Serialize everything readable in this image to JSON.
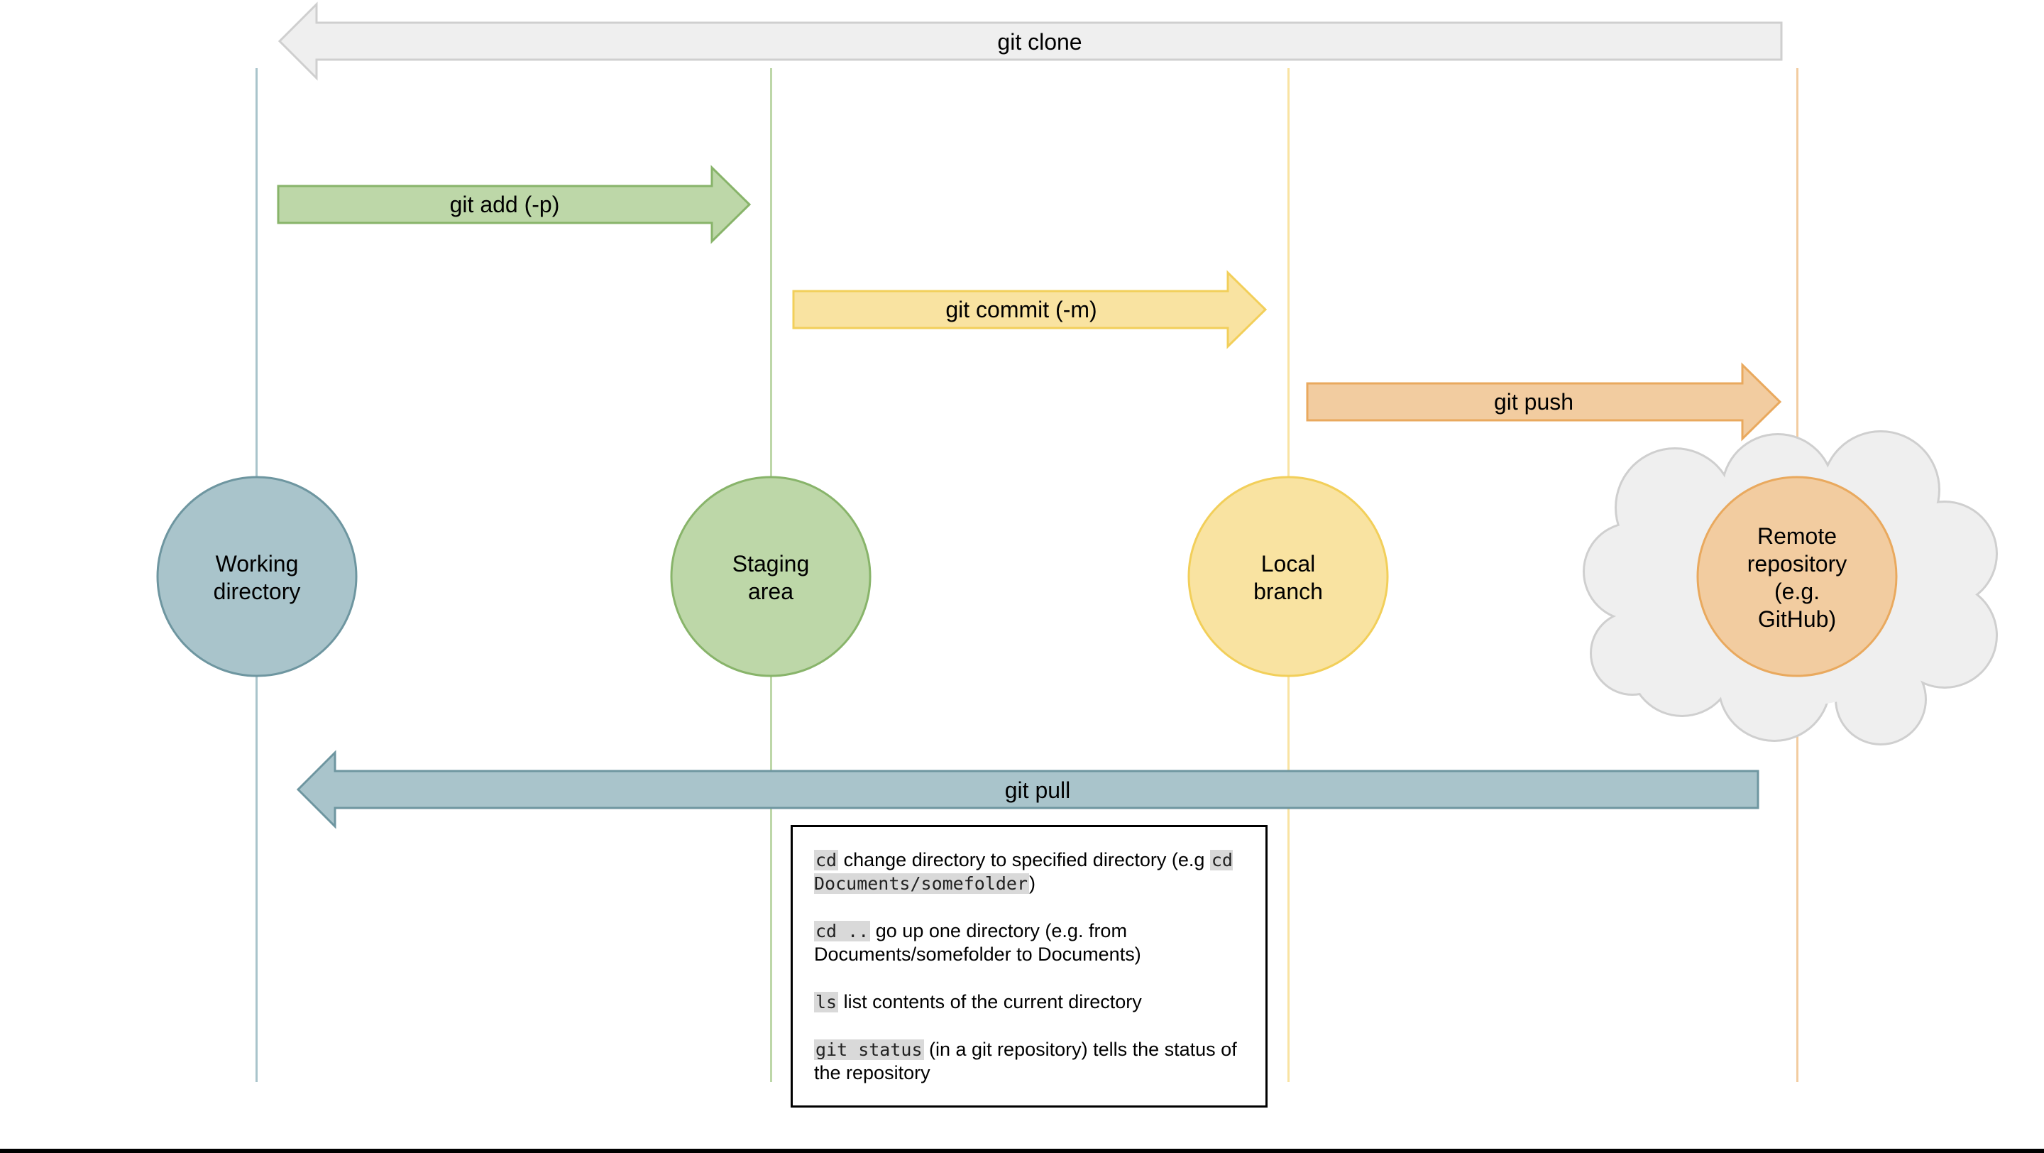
{
  "colors": {
    "working": {
      "fill": "#a9c4cb",
      "stroke": "#6e96a0"
    },
    "staging": {
      "fill": "#bdd7a8",
      "stroke": "#88b46a"
    },
    "local": {
      "fill": "#f9e3a1",
      "stroke": "#f2cf5a"
    },
    "remote": {
      "fill": "#f2cca0",
      "stroke": "#e9a95e"
    },
    "clone": {
      "fill": "#efefef",
      "stroke": "#cfcfcf"
    },
    "cloud": {
      "fill": "#efefef",
      "stroke": "#cfcfcf"
    }
  },
  "nodes": {
    "working": {
      "line1": "Working",
      "line2": "directory"
    },
    "staging": {
      "line1": "Staging",
      "line2": "area"
    },
    "local": {
      "line1": "Local",
      "line2": "branch"
    },
    "remote": {
      "line1": "Remote",
      "line2": "repository",
      "line3": "(e.g.",
      "line4": "GitHub)"
    }
  },
  "arrows": {
    "clone": "git clone",
    "add": "git add (-p)",
    "commit": "git commit (-m)",
    "push": "git push",
    "pull": "git pull"
  },
  "notes": {
    "cd": {
      "code": "cd",
      "text": " change directory to specified directory (e.g ",
      "example": "cd Documents/somefolder",
      "close": ")"
    },
    "cdup": {
      "code": "cd ..",
      "text": " go up one directory (e.g. from Documents/somefolder to Documents)"
    },
    "ls": {
      "code": "ls",
      "text": " list contents of the current directory"
    },
    "status": {
      "code": "git status",
      "text": " (in a git repository) tells the status of the repository"
    }
  }
}
